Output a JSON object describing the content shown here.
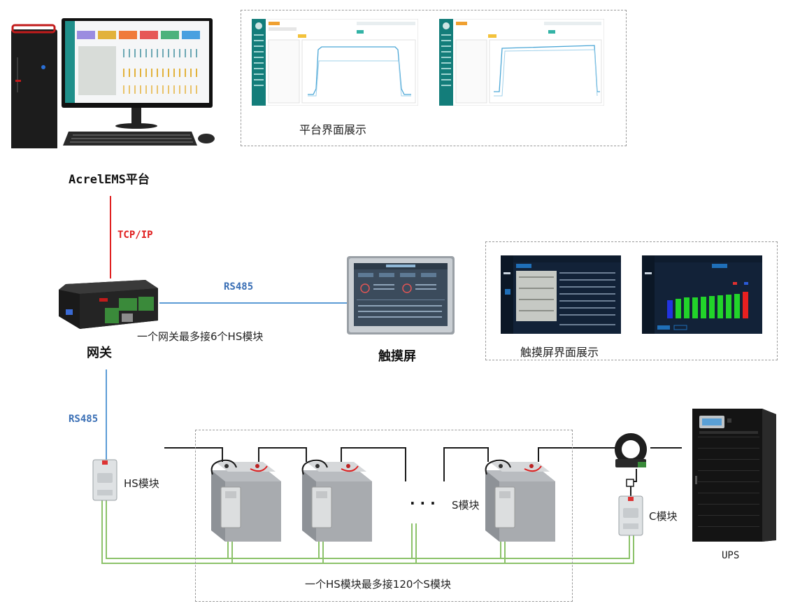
{
  "platform": {
    "name": "AcrelEMS平台",
    "ui_caption": "平台界面展示"
  },
  "links": {
    "tcpip": "TCP/IP",
    "rs485_top": "RS485",
    "rs485_left": "RS485"
  },
  "gateway": {
    "name": "网关",
    "note": "一个网关最多接6个HS模块"
  },
  "touchscreen": {
    "name": "触摸屏",
    "ui_caption": "触摸屏界面展示"
  },
  "modules": {
    "hs": "HS模块",
    "s": "S模块",
    "c": "C模块",
    "ups": "UPS",
    "dots": "· · ·",
    "bottom_note": "一个HS模块最多接120个S模块"
  },
  "colors": {
    "tcpip_line": "#e02020",
    "rs485_line": "#5b9bd5",
    "rs485_text": "#3a6fb5",
    "tcpip_text": "#e02020",
    "green_wire": "#8cc26a",
    "black_wire": "#1a1a1a",
    "dash": "#9a9a9a"
  },
  "icons": {
    "computer": "desktop-computer-icon",
    "gateway": "gateway-device-icon",
    "touchscreen": "touchscreen-panel-icon",
    "battery": "battery-icon",
    "ct": "current-transformer-icon",
    "ups": "ups-cabinet-icon"
  }
}
